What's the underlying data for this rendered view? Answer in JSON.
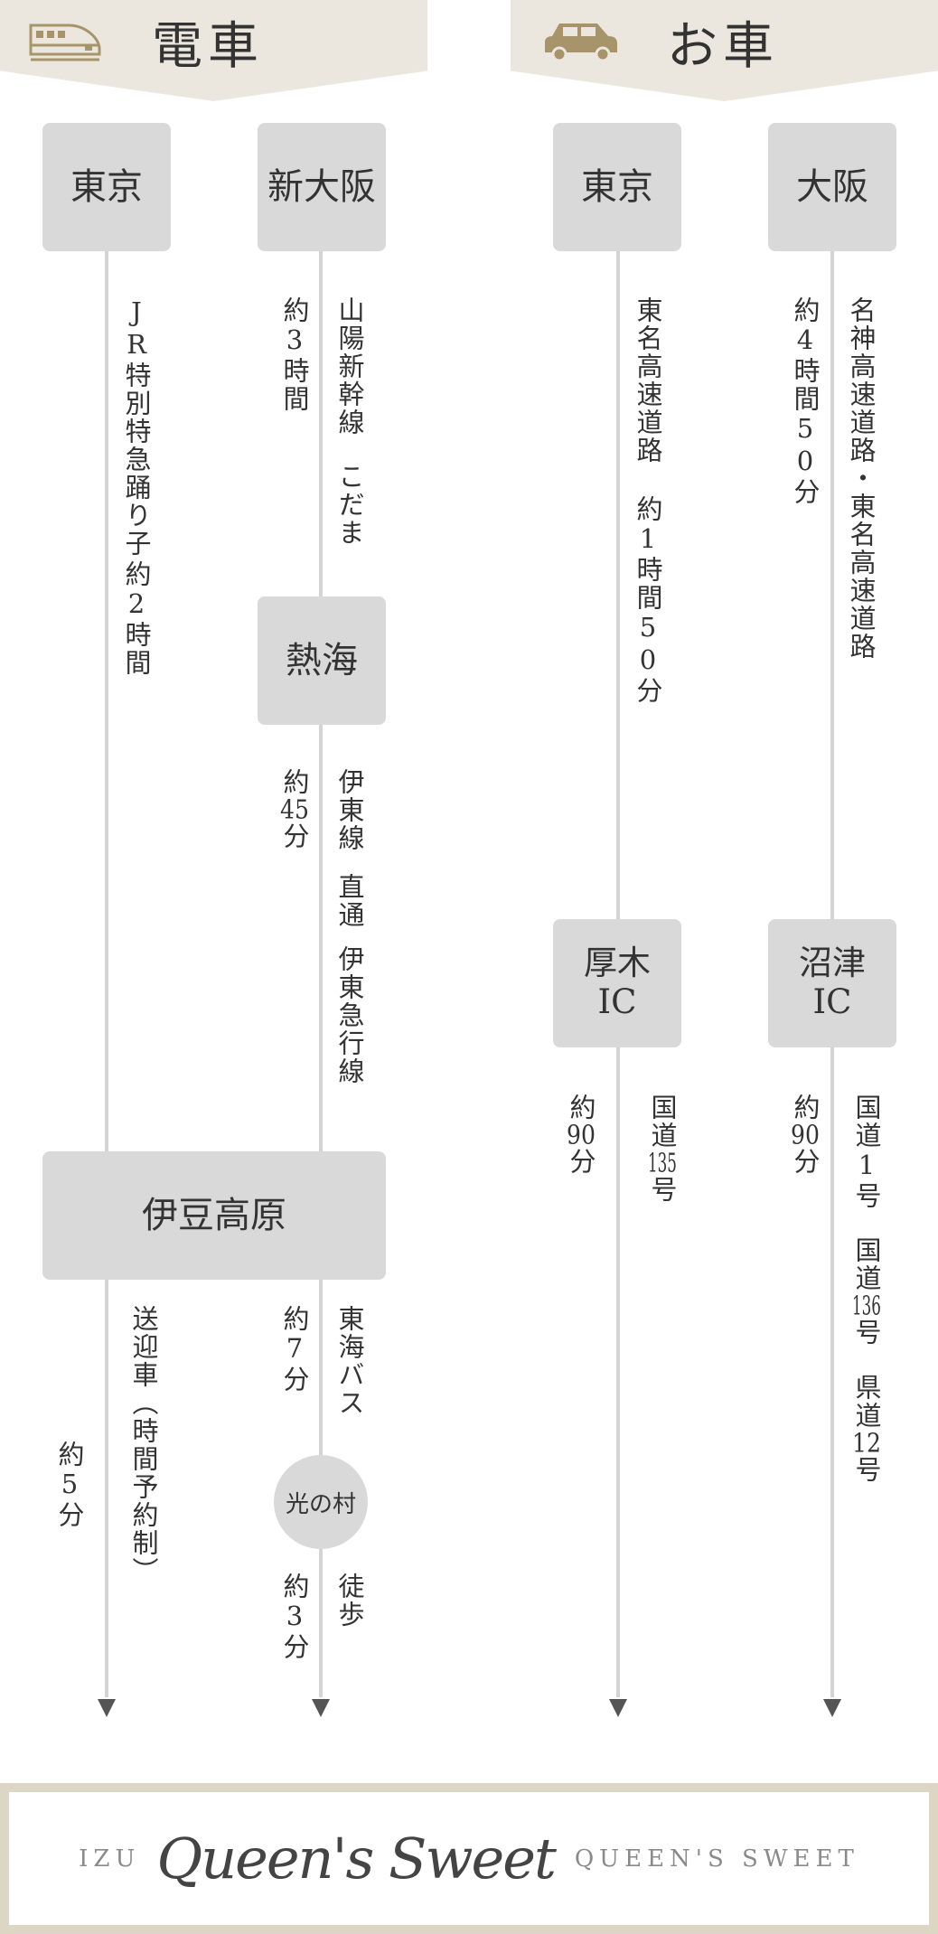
{
  "train": {
    "title": "電車",
    "icon": "train-icon",
    "stations": {
      "tokyo": "東京",
      "shin_osaka": "新大阪",
      "atami": "熱海",
      "izu_kogen": "伊豆高原",
      "hikari_no_mura": "光の村"
    },
    "routes": {
      "odoriko_line": "JR特別特急踊り子",
      "odoriko_time": "約2時間",
      "sanyo_line": "山陽新幹線",
      "kodama": "こだま",
      "sanyo_time": "約3時間",
      "ito_line": "伊東線",
      "direct": "直通",
      "izukyu_line": "伊東急行線",
      "ito_time_a": "約",
      "ito_time_b": "45",
      "ito_time_c": "分",
      "shuttle": "送迎車（時間予約制）",
      "shuttle_time": "約5分",
      "tokai_bus": "東海バス",
      "bus_time": "約7分",
      "walk": "徒歩",
      "walk_time": "約3分"
    }
  },
  "car": {
    "title": "お車",
    "icon": "car-icon",
    "stations": {
      "tokyo": "東京",
      "osaka": "大阪",
      "atsugi": "厚木",
      "atsugi_ic": "IC",
      "numazu": "沼津",
      "numazu_ic": "IC"
    },
    "routes": {
      "tomei": "東名高速道路",
      "tomei_time": "約1時間50分",
      "meishin": "名神高速道路・東名高速道路",
      "meishin_time": "約4時間50分",
      "atsugi_time_a": "約",
      "atsugi_time_b": "90",
      "atsugi_time_c": "分",
      "route135_a": "国道",
      "route135_b": "135",
      "route135_c": "号",
      "numazu_time_a": "約",
      "numazu_time_b": "90",
      "numazu_time_c": "分",
      "route1": "国道1号",
      "route136_a": "国道",
      "route136_b": "136",
      "route136_c": "号",
      "pref12_a": "県道",
      "pref12_b": "12",
      "pref12_c": "号"
    }
  },
  "footer": {
    "izu": "IZU",
    "logo": "Queen's Sweet",
    "name": "QUEEN'S SWEET"
  },
  "colors": {
    "banner": "#ebe7de",
    "station_box": "#d9d9d9",
    "line": "#d4d4d4",
    "accent_icon": "#a8946a",
    "footer_border": "#ddd6c4"
  }
}
